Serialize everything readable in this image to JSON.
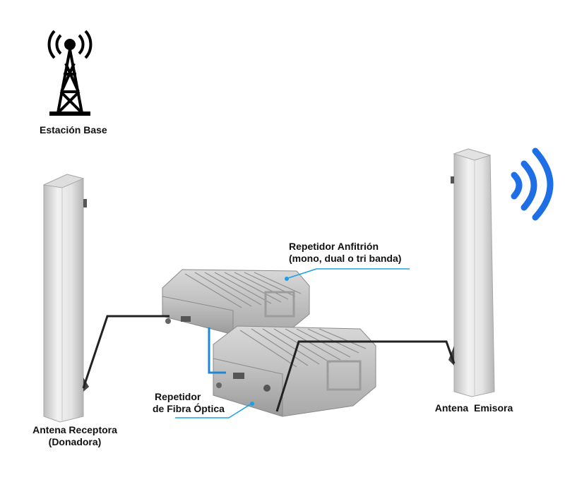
{
  "labels": {
    "base_station": "Estación Base",
    "host_repeater_line1": "Repetidor Anfitrión",
    "host_repeater_line2": "(mono, dual o tri banda)",
    "fiber_repeater_line1": "Repetidor",
    "fiber_repeater_line2": "de Fibra Óptica",
    "receiver_antenna_line1": "Antena Receptora",
    "receiver_antenna_line2": "(Donadora)",
    "transmitter_antenna": "Antena  Emisora"
  },
  "icons": {
    "tower": "cell-tower-icon",
    "signal": "signal-waves-icon"
  },
  "colors": {
    "callout_line": "#1aa0e6",
    "signal_waves": "#1e6ee6",
    "fiber_link": "#1e88d6",
    "cable": "#222222"
  }
}
